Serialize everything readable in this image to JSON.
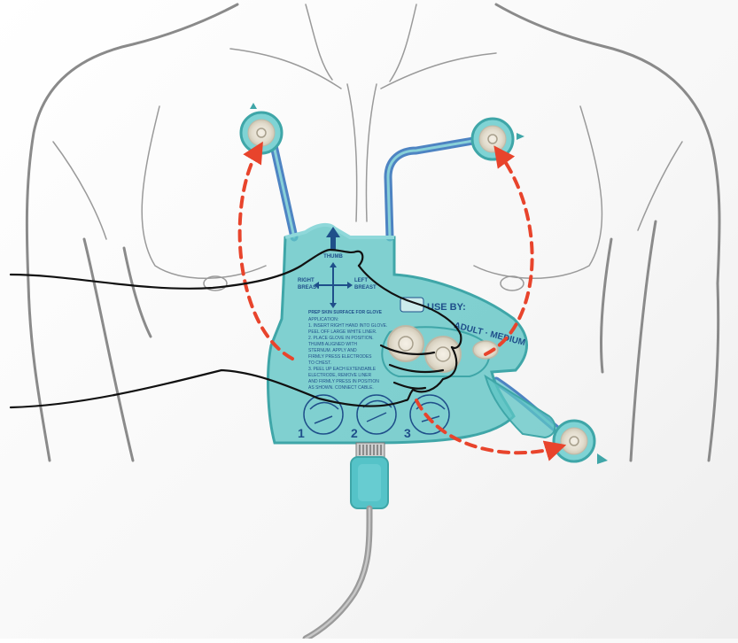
{
  "glove": {
    "thumb_label": "THUMB",
    "right_breast_label": [
      "RIGHT",
      "BREAST"
    ],
    "left_breast_label": [
      "LEFT",
      "BREAST"
    ],
    "use_by_label": "USE BY:",
    "size_label": "ADULT · MEDIUM",
    "instructions": [
      "PREP SKIN SURFACE FOR GLOVE",
      "APPLICATION:",
      "1. INSERT RIGHT HAND INTO GLOVE.",
      "   PEEL OFF LARGE WHITE LINER.",
      "2. PLACE GLOVE IN POSITION.",
      "   THUMB ALIGNED WITH",
      "   STERNUM. APPLY AND",
      "   FIRMLY PRESS ELECTRODES",
      "   TO CHEST.",
      "3. PEEL UP EACH EXTENDABLE",
      "   ELECTRODE, REMOVE LINER",
      "   AND FIRMLY PRESS IN POSITION",
      "   AS SHOWN. CONNECT CABLE."
    ],
    "step_numbers": [
      "1",
      "2",
      "3"
    ]
  },
  "colors": {
    "glove_fill": "#5ec4c4",
    "glove_stroke": "#3fa6a8",
    "glove_ink": "#1f4f8a",
    "wire": "#2f6fb8",
    "arrow": "#e8442c",
    "body_outline": "#8a8a8a",
    "cable": "#9a9a9a",
    "connector": "#55c3c8",
    "hand_outline": "#111111"
  },
  "icons": [
    "electrode-pad-icon",
    "arrow-icon",
    "connector-plug-icon"
  ]
}
